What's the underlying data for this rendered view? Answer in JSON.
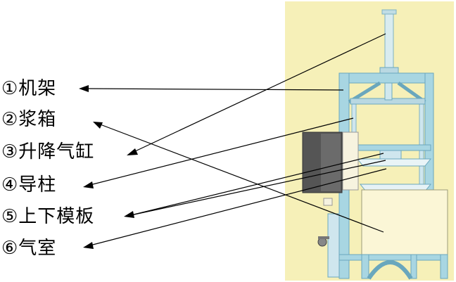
{
  "labels": [
    {
      "text": "①机架"
    },
    {
      "text": "②浆箱"
    },
    {
      "text": "③升降气缸"
    },
    {
      "text": "④导柱"
    },
    {
      "text": "⑤上下模板"
    },
    {
      "text": "⑥气室"
    }
  ],
  "colors": {
    "background_panel": "#f6f0b8",
    "frame": "#a8d6e2",
    "frame_dark": "#6aa7bd",
    "slurry_box": "#555555",
    "box_body": "#fbf6d6",
    "leader_line": "#000000"
  }
}
